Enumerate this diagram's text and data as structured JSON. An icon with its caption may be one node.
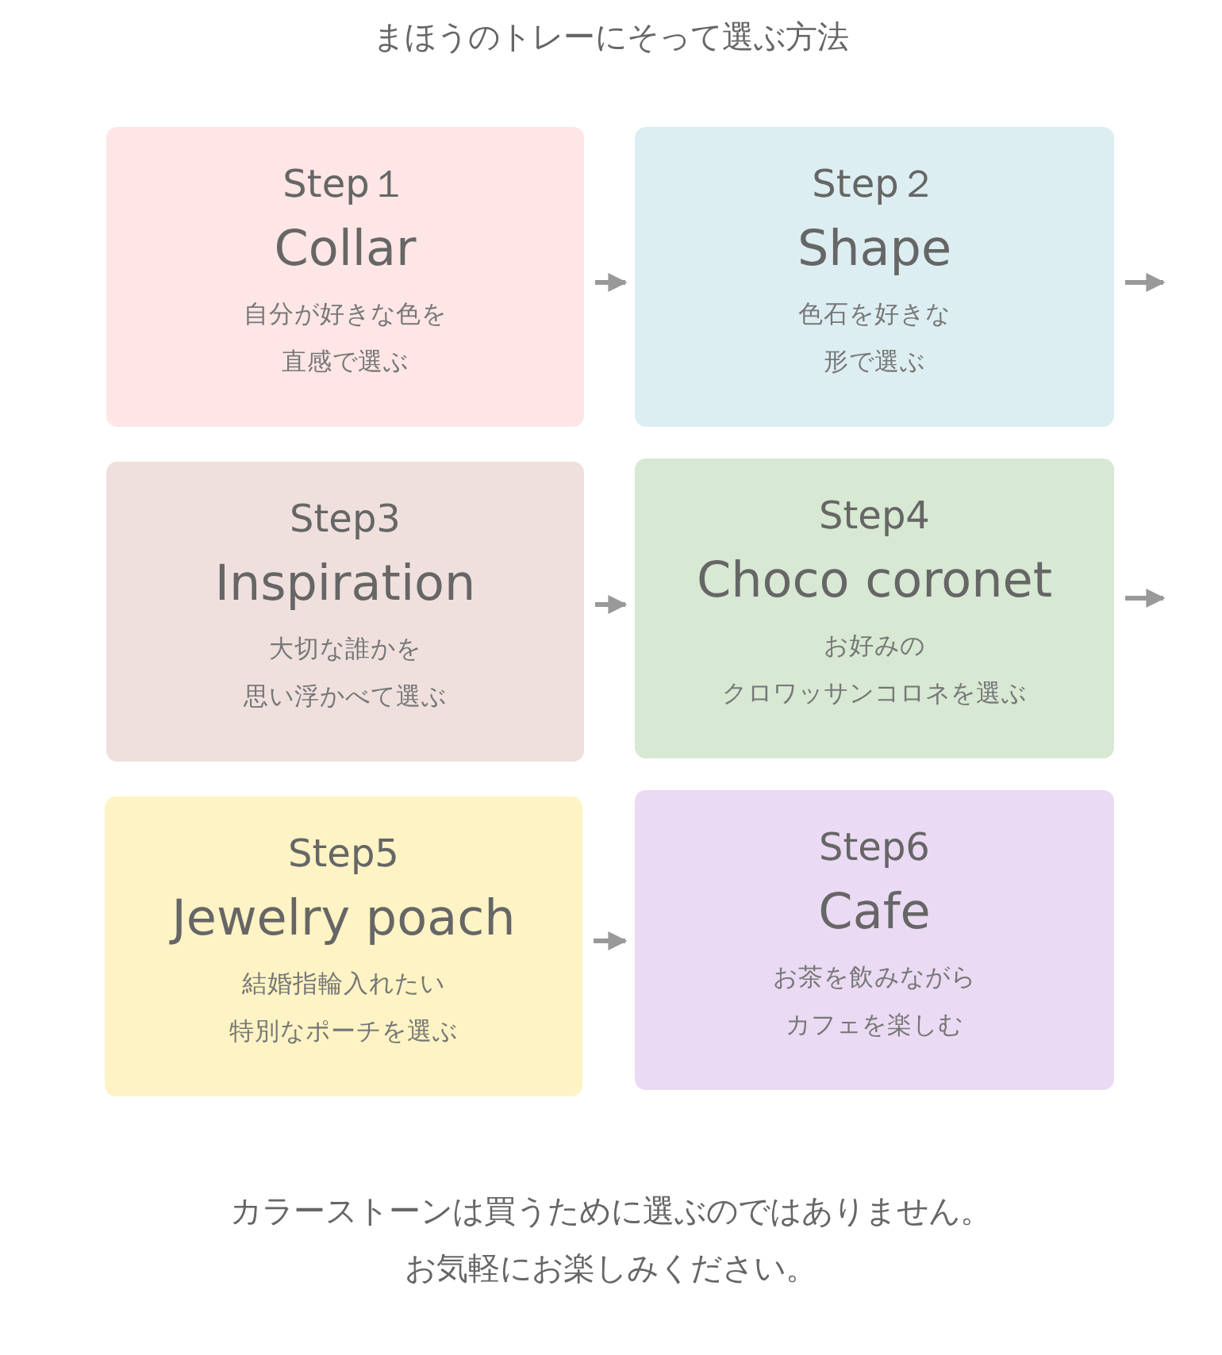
{
  "diagram": {
    "title": "まほうのトレーにそって選ぶ方法",
    "nodes": [
      {
        "text": [
          "Step１",
          "Collar",
          "自分が好きな色を直感で選ぶ"
        ]
      },
      {
        "text": [
          "Step２",
          "Shape",
          "色石を好きな形で選ぶ"
        ]
      },
      {
        "text": [
          "Step3",
          "Inspiration",
          "大切な誰かを思い浮かべて選ぶ"
        ]
      },
      {
        "text": [
          "Step4",
          "Choco coronet",
          "お好みのクロワッサンコロネを選ぶ"
        ]
      },
      {
        "text": [
          "Step5",
          "Jewelry poach",
          "結婚指輪入れたい特別なポーチを選ぶ"
        ]
      },
      {
        "text": [
          "Step6",
          "Cafe",
          "お茶を飲みながらカフェを楽しむ"
        ]
      }
    ],
    "edges": [
      {
        "from": 0,
        "to": 1,
        "arrow": "to"
      },
      {
        "from": 1,
        "to": null,
        "arrow": "to"
      },
      {
        "from": 2,
        "to": 3,
        "arrow": "to"
      },
      {
        "from": 3,
        "to": null,
        "arrow": "to"
      },
      {
        "from": 4,
        "to": 5,
        "arrow": "to"
      }
    ],
    "labels": [
      "カラーストーンは買うために選ぶのではありません。",
      "お気軽にお楽しみください。"
    ]
  }
}
